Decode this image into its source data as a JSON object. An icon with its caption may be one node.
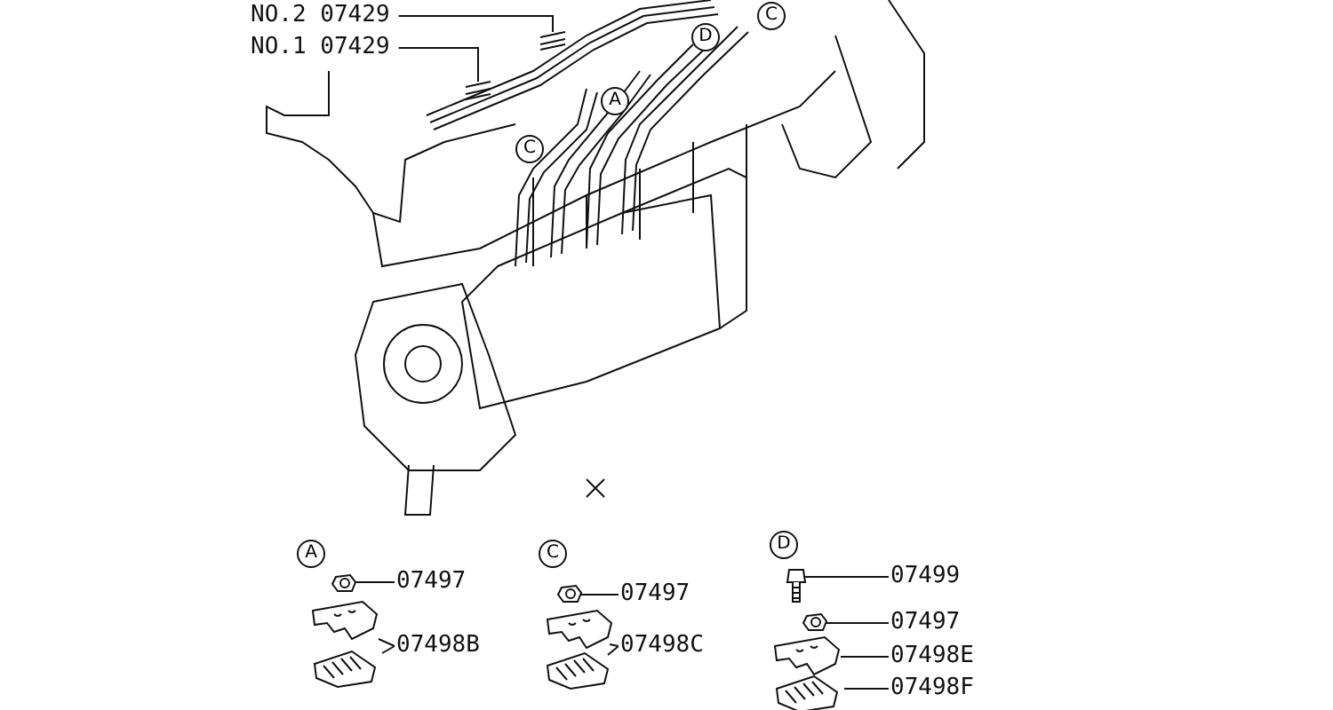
{
  "diagram": {
    "nodes": [
      {
        "text": [
          "NO.2 07429"
        ]
      },
      {
        "text": [],
        "shape": "picture"
      },
      {
        "text": [
          "NO.1 07429"
        ]
      },
      {
        "text": [],
        "shape": "picture"
      },
      {
        "text": [
          "07497"
        ]
      },
      {
        "text": [],
        "shape": "picture"
      },
      {
        "text": [
          "07498B"
        ]
      },
      {
        "text": [],
        "shape": "picture"
      },
      {
        "text": [],
        "shape": "picture"
      },
      {
        "text": [
          "07497"
        ]
      },
      {
        "text": [],
        "shape": "picture"
      },
      {
        "text": [
          "07498C"
        ]
      },
      {
        "text": [],
        "shape": "picture"
      },
      {
        "text": [],
        "shape": "picture"
      },
      {
        "text": [
          "07499"
        ]
      },
      {
        "text": [],
        "shape": "picture"
      },
      {
        "text": [
          "07497"
        ]
      },
      {
        "text": [],
        "shape": "picture"
      },
      {
        "text": [
          "07498E"
        ]
      },
      {
        "text": [],
        "shape": "picture"
      },
      {
        "text": [
          "07498F"
        ]
      },
      {
        "text": [],
        "shape": "picture"
      }
    ],
    "edges": [
      {
        "from": 0,
        "to": 1,
        "arrow": "none"
      },
      {
        "from": 2,
        "to": 3,
        "arrow": "none"
      },
      {
        "from": 4,
        "to": 5,
        "arrow": "none"
      },
      {
        "from": 6,
        "to": 7,
        "arrow": "none"
      },
      {
        "from": 6,
        "to": 8,
        "arrow": "none"
      },
      {
        "from": 9,
        "to": 10,
        "arrow": "none"
      },
      {
        "from": 11,
        "to": 12,
        "arrow": "none"
      },
      {
        "from": 11,
        "to": 13,
        "arrow": "none"
      },
      {
        "from": 14,
        "to": 15,
        "arrow": "none"
      },
      {
        "from": 16,
        "to": 17,
        "arrow": "none"
      },
      {
        "from": 18,
        "to": 19,
        "arrow": "none"
      },
      {
        "from": 20,
        "to": 21,
        "arrow": "none"
      }
    ],
    "labels": [
      "C",
      "D",
      "A",
      "C",
      "A",
      "C",
      "D"
    ]
  }
}
